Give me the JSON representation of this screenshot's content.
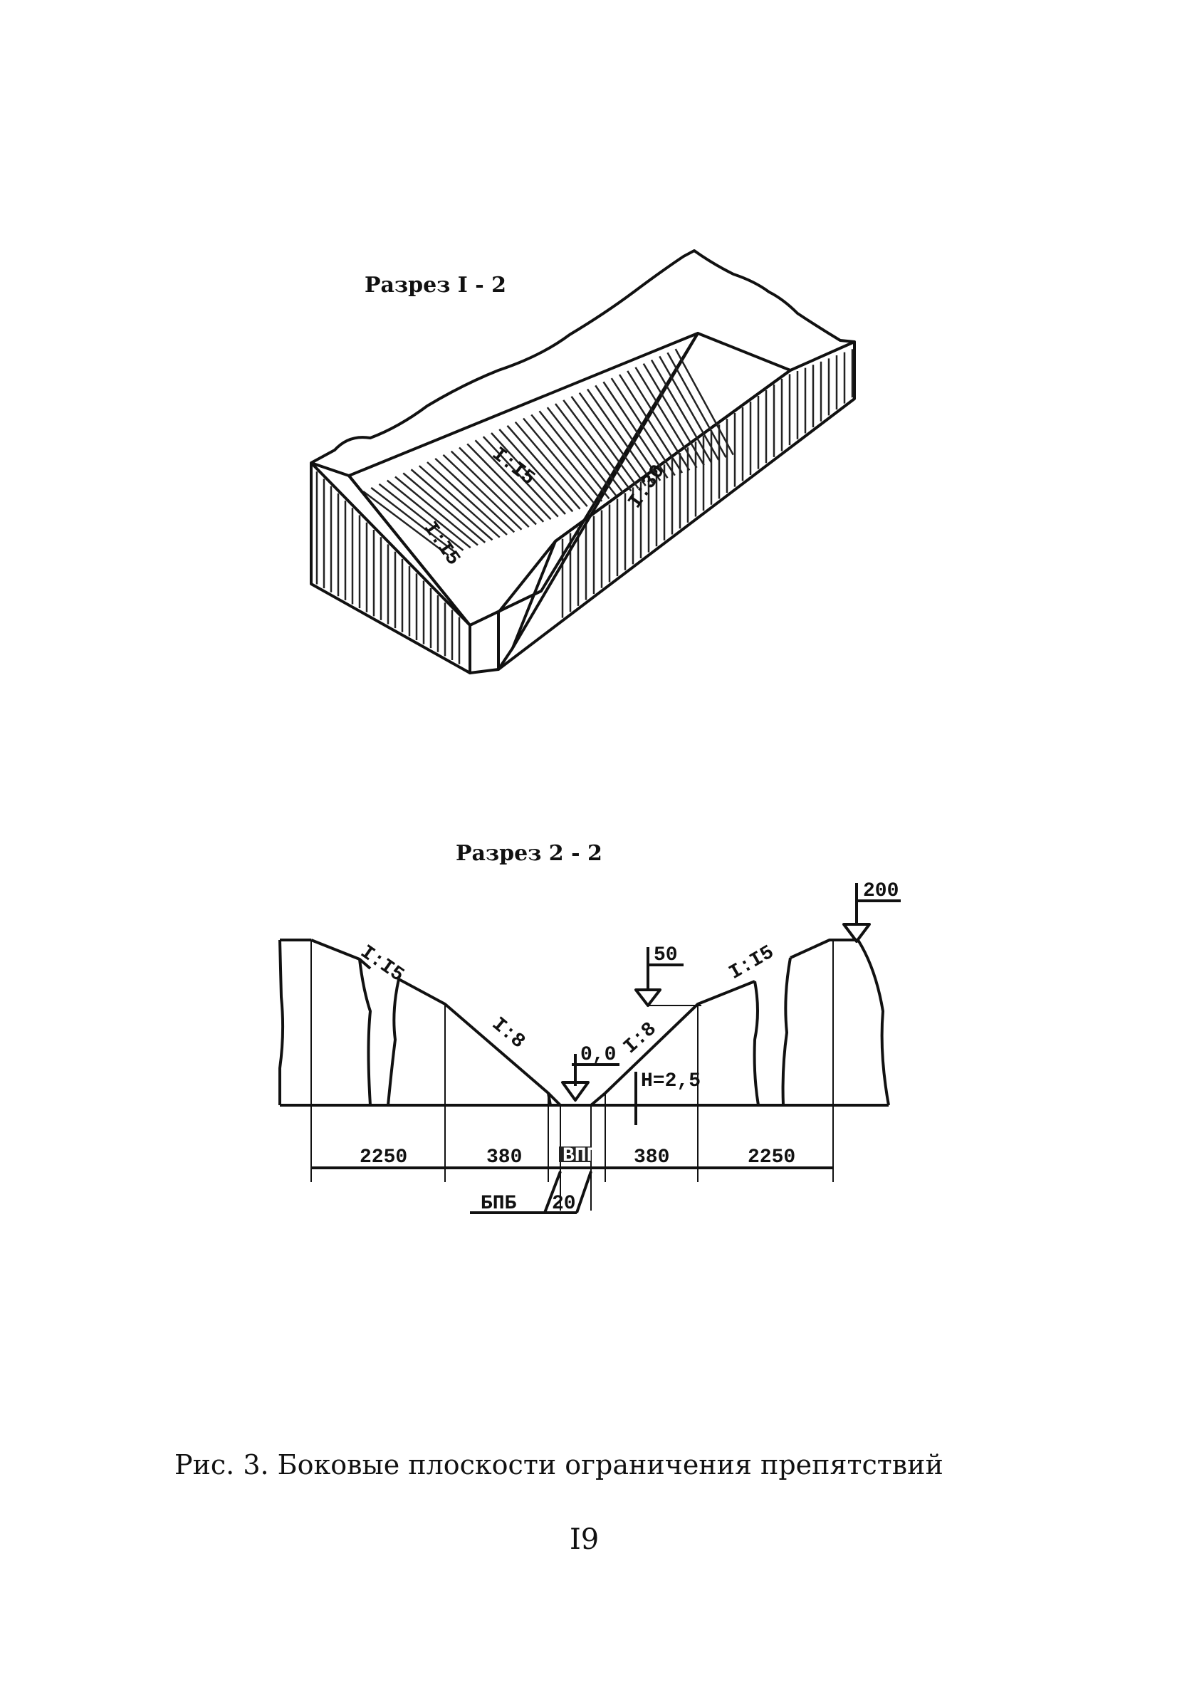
{
  "section_1": {
    "title": "Разрез I - 2",
    "slope_left": "I:I5",
    "slope_middle": "I:I5",
    "slope_right": "I:30"
  },
  "section_2": {
    "title": "Разрез 2 - 2",
    "slope_left_upper": "I:I5",
    "slope_left_lower": "I:8",
    "slope_right_lower": "I:8",
    "slope_right_upper": "I:I5",
    "mark_zero": "0,0",
    "mark_50": "50",
    "mark_200": "200",
    "mark_h": "H=2,5",
    "dim_left_outer": "2250",
    "dim_left_inner": "380",
    "dim_center": "ВПП",
    "dim_right_inner": "380",
    "dim_right_outer": "2250",
    "label_bottom_left": "БПБ",
    "label_bottom_right": "20"
  },
  "caption": "Рис. 3. Боковые плоскости ограничения препятствий",
  "page_number": "I9"
}
